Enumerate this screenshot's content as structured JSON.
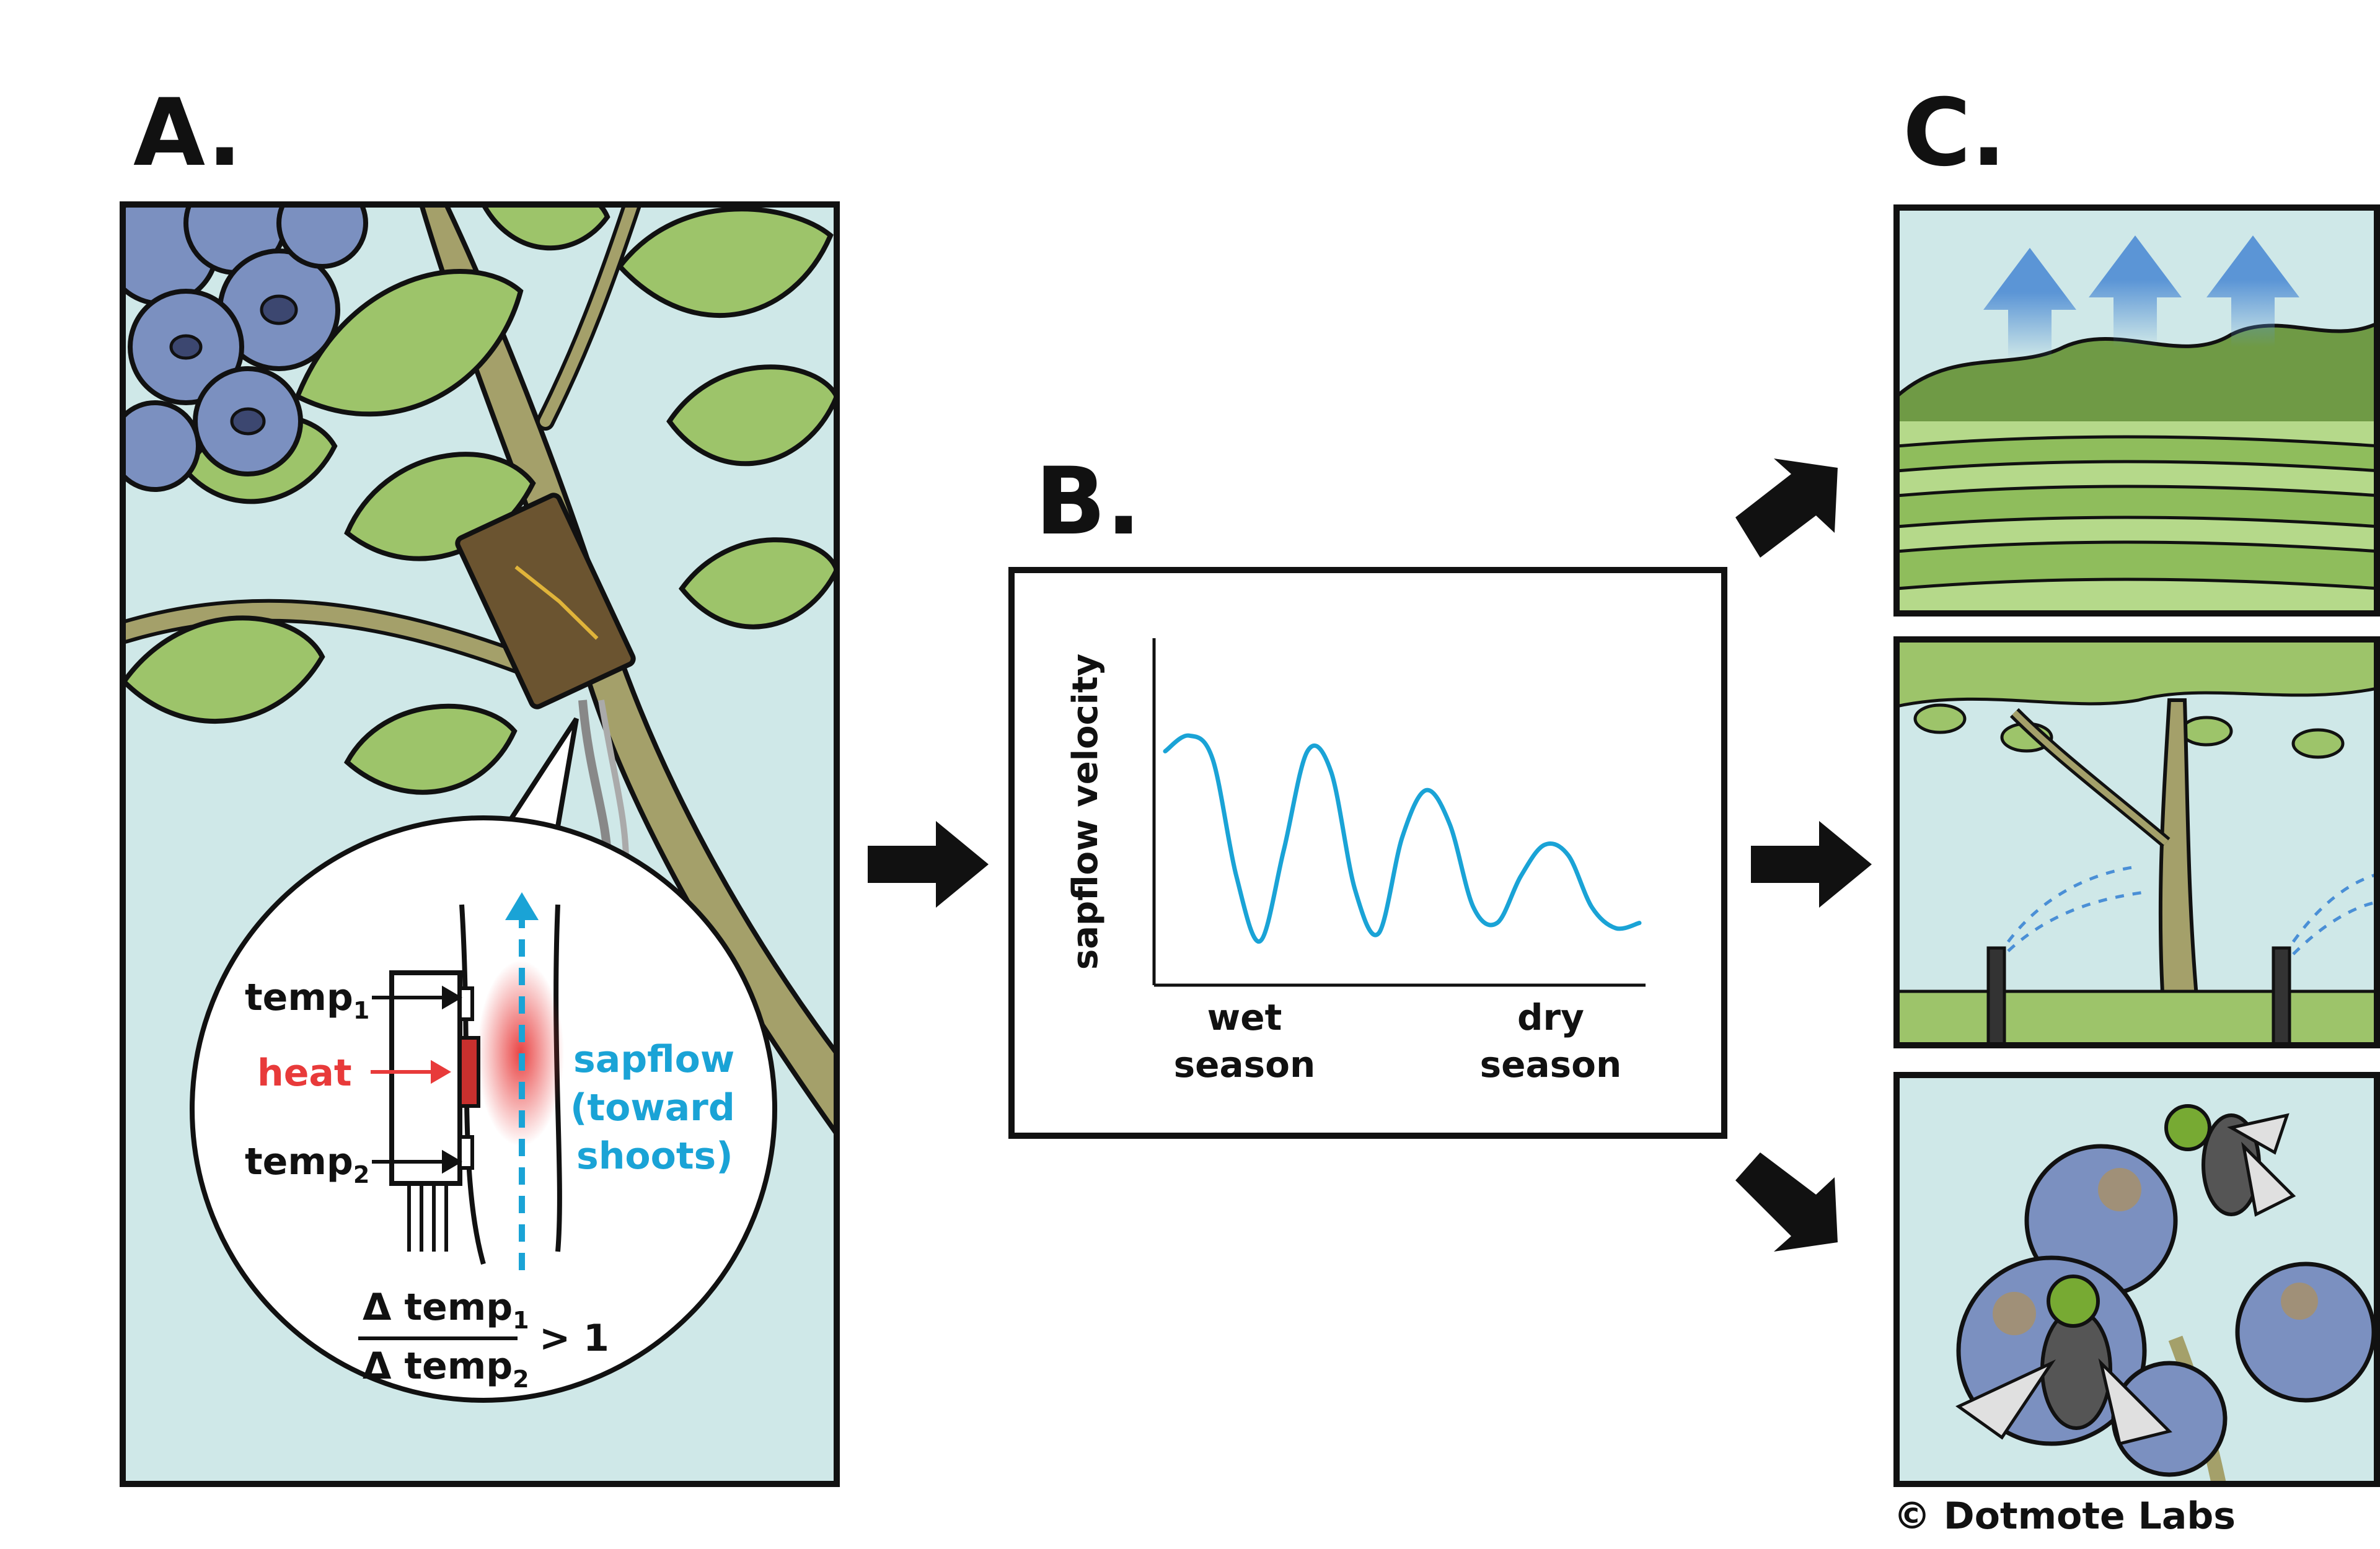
{
  "panels": {
    "a_label": "A.",
    "b_label": "B.",
    "c_label": "C."
  },
  "sensor_callout": {
    "temp1_label": "temp",
    "temp1_sub": "1",
    "heat_label": "heat",
    "temp2_label": "temp",
    "temp2_sub": "2",
    "sapflow_line1": "sapflow",
    "sapflow_line2": "(toward",
    "sapflow_line3": "shoots)",
    "formula_top": "Δ temp",
    "formula_top_sub": "1",
    "formula_bottom": "Δ temp",
    "formula_bottom_sub": "2",
    "formula_compare": "> 1"
  },
  "chart_data": {
    "type": "line",
    "ylabel": "sapflow velocity",
    "xlabel_left_line1": "wet",
    "xlabel_left_line2": "season",
    "xlabel_right_line1": "dry",
    "xlabel_right_line2": "season",
    "series": [
      {
        "x": [
          0,
          0.5,
          1.0,
          1.5,
          2.0,
          2.5,
          3.0,
          3.5,
          4.0,
          4.5,
          5.0,
          5.5,
          6.0,
          6.5,
          7.0,
          7.5,
          8.0,
          8.5,
          9.0,
          9.5,
          10.0
        ],
        "values": [
          0.78,
          0.84,
          0.75,
          0.3,
          0.05,
          0.4,
          0.78,
          0.7,
          0.25,
          0.08,
          0.45,
          0.63,
          0.5,
          0.18,
          0.12,
          0.3,
          0.42,
          0.38,
          0.18,
          0.1,
          0.12
        ]
      }
    ],
    "colors": {
      "line": "#1aa3d6"
    }
  },
  "credit": "© Dotmote Labs",
  "colors": {
    "sky": "#cfe8e8",
    "leaf": "#9dc46a",
    "leaf_dark": "#6f9a45",
    "berry": "#7b90c0",
    "branch": "#a4a06a",
    "heat_red": "#e83a3a",
    "sapflow_blue": "#1aa3d6"
  },
  "icons": [
    "blueberry-cluster-icon",
    "sap-flow-sensor-icon",
    "evaporation-arrow-icon",
    "sprinkler-icon",
    "fruit-fly-icon"
  ]
}
